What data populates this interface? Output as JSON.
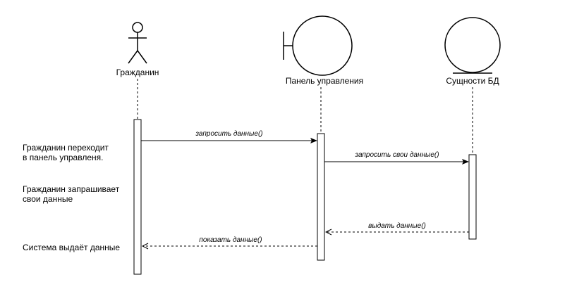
{
  "participants": {
    "actor": {
      "label": "Гражданин"
    },
    "boundary": {
      "label": "Панель управления"
    },
    "entity": {
      "label": "Сущности БД"
    }
  },
  "messages": {
    "m1": {
      "label": "запросить данные()",
      "style": "solid"
    },
    "m2": {
      "label": "запросить свои данные()",
      "style": "solid"
    },
    "m3": {
      "label": "выдать данные()",
      "style": "dashed"
    },
    "m4": {
      "label": "показать данные()",
      "style": "dashed"
    }
  },
  "notes": {
    "n1": {
      "line1": "Гражданин переходит",
      "line2": "в панель управленя."
    },
    "n2": {
      "line1": "Гражданин запрашивает",
      "line2": "свои данные"
    },
    "n3": {
      "line1": "Система выдаёт данные"
    }
  },
  "colors": {
    "stroke": "#000000",
    "fill": "#ffffff"
  }
}
